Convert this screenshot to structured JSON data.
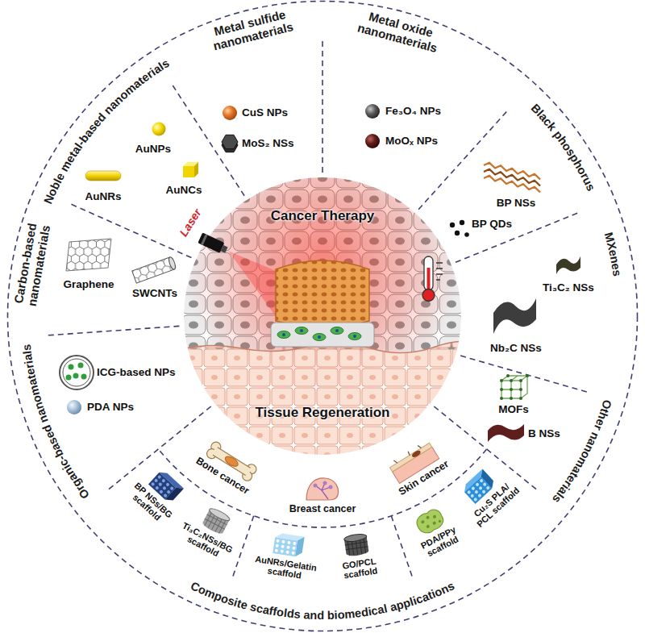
{
  "diagram": {
    "labels": [
      "Noble metal-based nanomaterials",
      "Metal sulfide nanomaterials",
      "Metal oxide nanomaterials",
      "Black phosphorus",
      "MXenes",
      "Other nanomaterials",
      "Composite scaffolds and biomedical applications",
      "Organic-based nanomaterials",
      "Carbon-based nanomaterials",
      "AuNPs",
      "AuNRs",
      "AuNCs",
      "CuS NPs",
      "MoS₂ NSs",
      "Fe₃O₄ NPs",
      "MoOₓ NPs",
      "BP NSs",
      "BP QDs",
      "Ti₃C₂ NSs",
      "Nb₂C NSs",
      "MOFs",
      "B NSs",
      "ICG-based NPs",
      "PDA NPs",
      "Graphene",
      "SWCNTs",
      "Laser",
      "Cancer Therapy",
      "Tissue Regeneration",
      "Bone cancer",
      "Breast cancer",
      "Skin cancer",
      "BP NSs/BG scaffold",
      "Ti₃C₂NSs/BG scaffold",
      "AuNRs/Gelatin scaffold",
      "GO/PCL scaffold",
      "PDA/PPy scaffold",
      "Cu₂S PLA/ PCL scaffold"
    ]
  }
}
